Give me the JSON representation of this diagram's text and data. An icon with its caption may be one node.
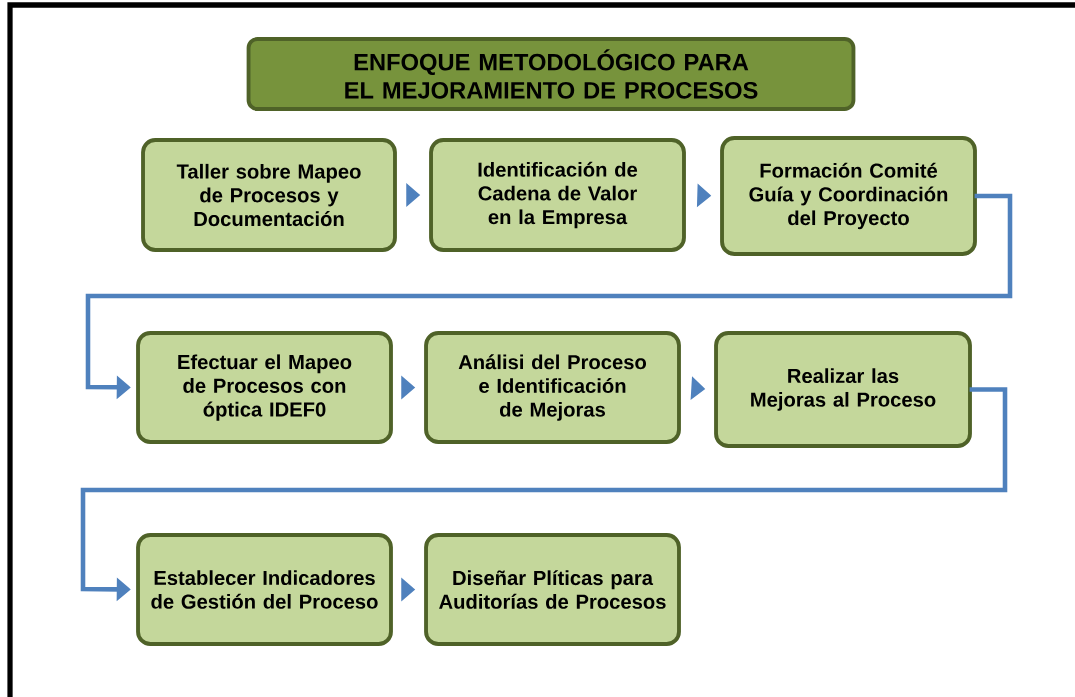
{
  "diagram": {
    "title": "ENFOQUE METODOLÓGICO PARA EL MEJORAMIENTO DE PROCESOS",
    "nodes": [
      {
        "text": [
          "Taller sobre Mapeo de Procesos y Documentación"
        ]
      },
      {
        "text": [
          "Identificación de Cadena de Valor en la Empresa"
        ]
      },
      {
        "text": [
          "Formación Comité Guía y Coordinación del Proyecto"
        ]
      },
      {
        "text": [
          "Efectuar el Mapeo de Procesos con óptica IDEF0"
        ]
      },
      {
        "text": [
          "Análisi del Proceso e Identificación de Mejoras"
        ]
      },
      {
        "text": [
          "Realizar las Mejoras al Proceso"
        ]
      },
      {
        "text": [
          "Establecer Indicadores de Gestión del Proceso"
        ]
      },
      {
        "text": [
          "Diseñar Plíticas para Auditorías de Procesos"
        ]
      }
    ],
    "edges": [
      {
        "from": 0,
        "to": 1,
        "arrow": "to"
      },
      {
        "from": 1,
        "to": 2,
        "arrow": "to"
      },
      {
        "from": 2,
        "to": 3,
        "arrow": "to"
      },
      {
        "from": 3,
        "to": 4,
        "arrow": "to"
      },
      {
        "from": 4,
        "to": 5,
        "arrow": "to"
      },
      {
        "from": 5,
        "to": 6,
        "arrow": "to"
      },
      {
        "from": 6,
        "to": 7,
        "arrow": "to"
      }
    ]
  }
}
